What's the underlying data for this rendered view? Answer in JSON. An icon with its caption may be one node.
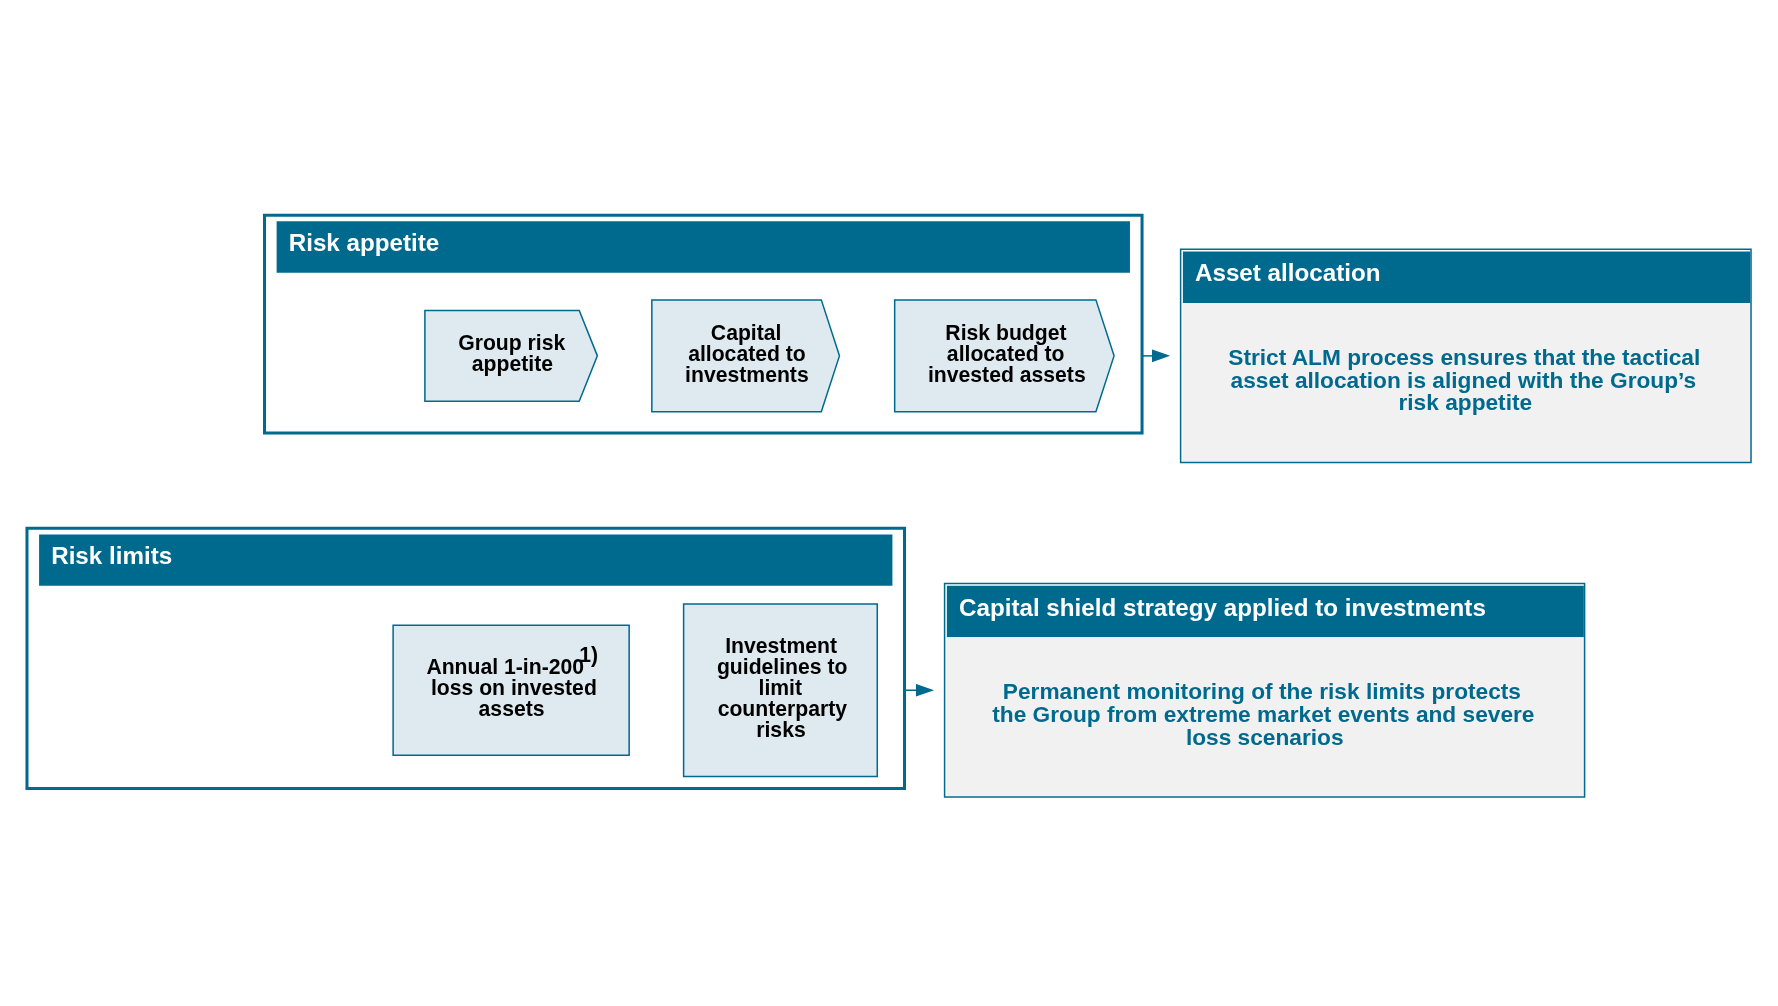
{
  "diagram": {
    "nodes": [
      {
        "text": [
          "Risk appetite"
        ]
      },
      {
        "text": [
          "Group risk appetite"
        ],
        "in": 0
      },
      {
        "text": [
          "Capital allocated to investments"
        ],
        "in": 0
      },
      {
        "text": [
          "Risk budget allocated to invested assets"
        ],
        "in": 0
      },
      {
        "text": [
          "Asset allocation",
          "Strict ALM process ensures that the tactical asset allocation is aligned with the Group’s risk appetite"
        ]
      },
      {
        "text": [
          "Risk limits"
        ]
      },
      {
        "text": [
          "Annual 1-in-200$^{1)}$ loss on invested assets"
        ],
        "in": 5
      },
      {
        "text": [
          "Investment guidelines to limit counterparty risks"
        ],
        "in": 5
      },
      {
        "text": [
          "Capital shield strategy applied to investments",
          "Permanent monitoring of the risk limits protects the Group from extreme market events and severe loss scenarios"
        ]
      }
    ],
    "edges": [
      {
        "from": 0,
        "to": 4,
        "arrow": "to"
      },
      {
        "from": 5,
        "to": 8,
        "arrow": "to"
      }
    ]
  }
}
